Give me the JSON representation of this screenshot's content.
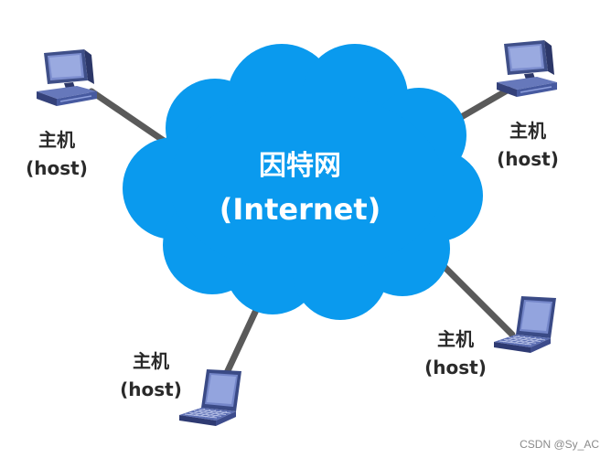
{
  "diagram": {
    "cloud": {
      "line1": "因特网",
      "line2": "(Internet)",
      "color": "#0a9aee"
    },
    "link_color": "#5a5a5a",
    "hosts": [
      {
        "line1": "主机",
        "line2": "(host)",
        "device": "desktop-computer-icon"
      },
      {
        "line1": "主机",
        "line2": "(host)",
        "device": "desktop-computer-icon"
      },
      {
        "line1": "主机",
        "line2": "(host)",
        "device": "laptop-icon"
      },
      {
        "line1": "主机",
        "line2": "(host)",
        "device": "laptop-icon"
      }
    ]
  },
  "watermark": "CSDN @Sy_AC"
}
